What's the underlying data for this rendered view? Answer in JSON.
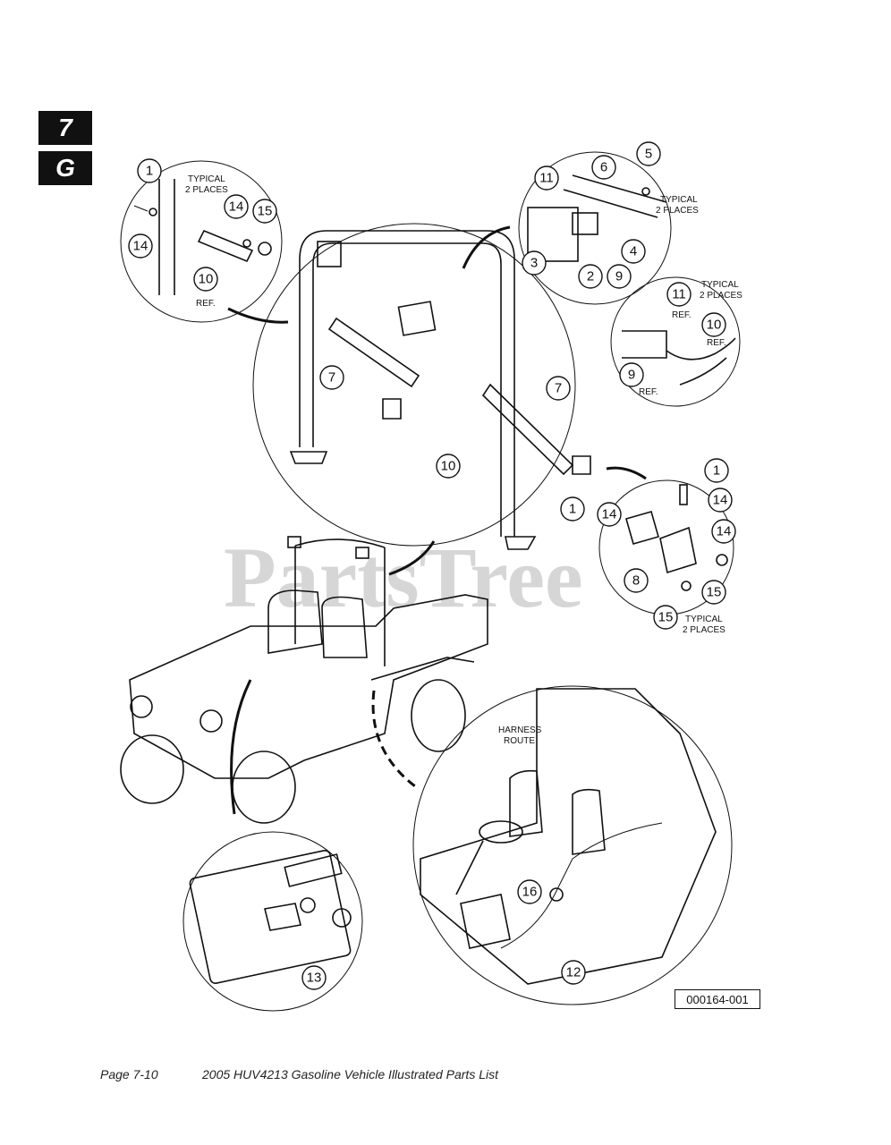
{
  "tabs": {
    "chapter": "7",
    "section": "G"
  },
  "figure_id": "000164-001",
  "footer": {
    "page": "Page 7-10",
    "title": "2005 HUV4213 Gasoline Vehicle Illustrated Parts List"
  },
  "watermark": "PartsTree",
  "notes": {
    "typical_2_places": "TYPICAL",
    "places": "2 PLACES",
    "ref": "REF.",
    "harness": "HARNESS",
    "route": "ROUTE"
  },
  "callouts": {
    "c1a": "1",
    "c14a": "14",
    "c14b": "14",
    "c15a": "15",
    "c10a": "10",
    "c5": "5",
    "c6": "6",
    "c11a": "11",
    "c3": "3",
    "c2": "2",
    "c9a": "9",
    "c4": "4",
    "c11b": "11",
    "c10b": "10",
    "c9b": "9",
    "c7a": "7",
    "c7b": "7",
    "c10c": "10",
    "c1b": "1",
    "c1c": "1",
    "c14c": "14",
    "c14d": "14",
    "c14e": "14",
    "c8": "8",
    "c15b": "15",
    "c15c": "15",
    "c13": "13",
    "c16": "16",
    "c12": "12"
  }
}
